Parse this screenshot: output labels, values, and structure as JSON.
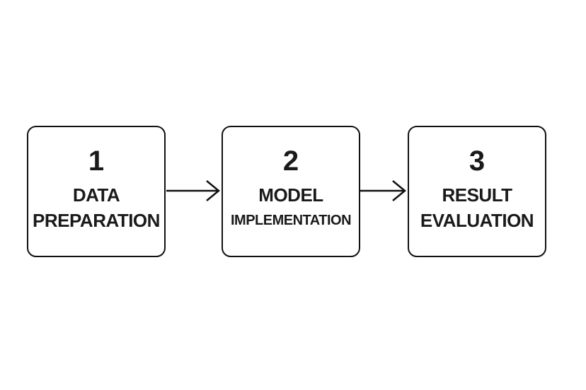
{
  "diagram": {
    "type": "flowchart-horizontal",
    "steps": [
      {
        "number": "1",
        "line1": "DATA",
        "line2": "PREPARATION"
      },
      {
        "number": "2",
        "line1": "MODEL",
        "line2": "IMPLEMENTATION"
      },
      {
        "number": "3",
        "line1": "RESULT",
        "line2": "EVALUATION"
      }
    ],
    "connectors": [
      {
        "from": "1",
        "to": "2",
        "style": "arrow-right"
      },
      {
        "from": "2",
        "to": "3",
        "style": "arrow-right"
      }
    ],
    "colors": {
      "background": "#ffffff",
      "box_border": "#111111",
      "text": "#1a1a1a",
      "arrow": "#111111"
    }
  }
}
